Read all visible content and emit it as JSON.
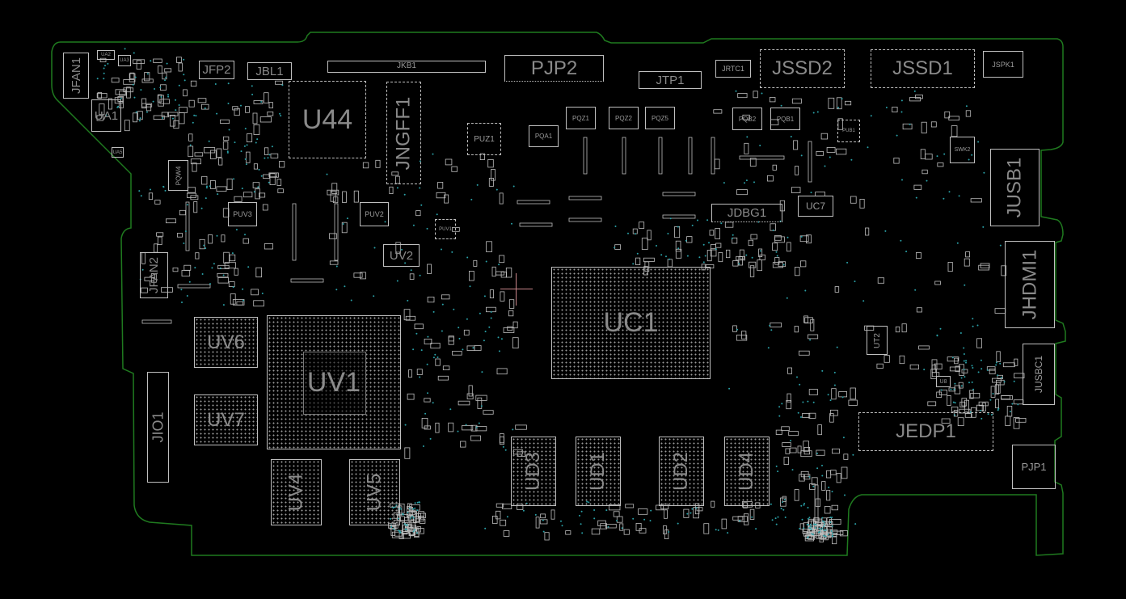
{
  "view": {
    "type": "pcb-boardview",
    "outline_color": "#1f7a1f",
    "part_color": "#bfbfbf",
    "label_color": "#8a8a8a",
    "via_color": "#2aa1a8",
    "cursor_color": "#c9868a"
  },
  "components": {
    "JFAN1": "JFAN1",
    "UA1": "UA1",
    "UA2": "UA2",
    "UA3": "UA3",
    "UA5": "UA5",
    "JFP2": "JFP2",
    "JBL1": "JBL1",
    "JKB1": "JKB1",
    "U44": "U44",
    "JNGFF1": "JNGFF1",
    "PUZ1": "PUZ1",
    "PQW4": "PQW4",
    "PUV3": "PUV3",
    "PUV2": "PUV2",
    "PUV1": "PUV1",
    "UV2": "UV2",
    "JFAN2": "JFAN2",
    "PJP2": "PJP2",
    "JTP1": "JTP1",
    "JRTC1": "JRTC1",
    "JSSD2": "JSSD2",
    "JSSD1": "JSSD1",
    "JSPK1": "JSPK1",
    "PQA1": "PQA1",
    "PQZ1": "PQZ1",
    "PQZ2": "PQZ2",
    "PQZ5": "PQZ5",
    "PQB2": "PQB2",
    "PQB1": "PQB1",
    "PUB1": "PUB1",
    "SWK2": "SWK2",
    "JUSB1": "JUSB1",
    "JDBG1": "JDBG1",
    "UC7": "UC7",
    "UC1": "UC1",
    "JHDMI1": "JHDMI1",
    "UT2": "UT2",
    "JUSBC1": "JUSBC1",
    "JEDP1": "JEDP1",
    "PJP1": "PJP1",
    "U8": "U8",
    "UV6": "UV6",
    "UV1": "UV1",
    "UV7": "UV7",
    "JIO1": "JIO1",
    "UV4": "UV4",
    "UV5": "UV5",
    "UD3": "UD3",
    "UD1": "UD1",
    "UD2": "UD2",
    "UD4": "UD4"
  }
}
